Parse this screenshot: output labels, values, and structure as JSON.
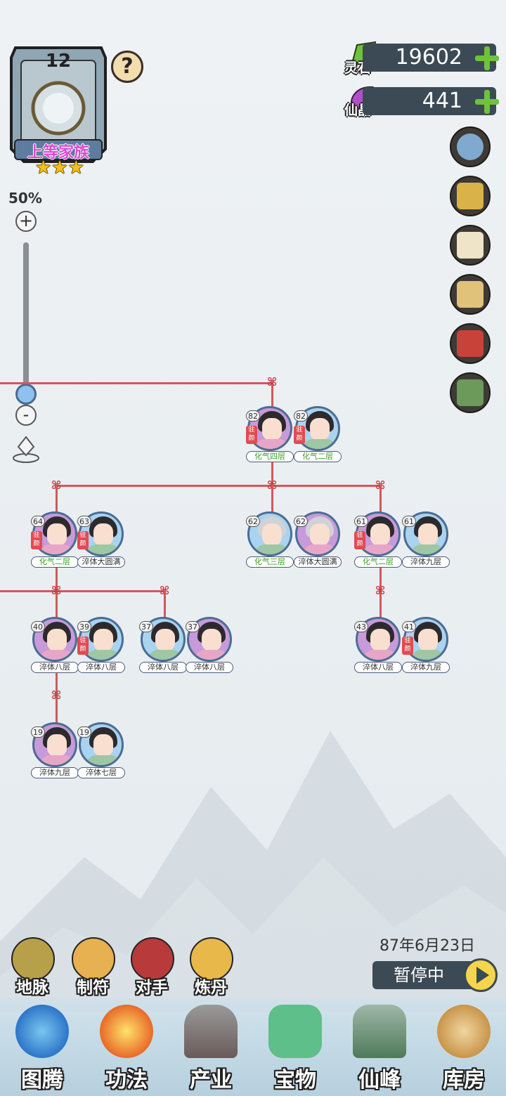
{
  "clan": {
    "level": "12",
    "title": "上等家族",
    "stars": 3
  },
  "help_label": "?",
  "zoom": {
    "percent": "50%",
    "plus": "+",
    "minus": "-"
  },
  "currency": [
    {
      "name": "灵石",
      "amount": "19602",
      "color": "#6fc23a"
    },
    {
      "name": "仙晶",
      "amount": "441",
      "color": "#b24fc8"
    }
  ],
  "side_icons": [
    "settings-icon",
    "map-icon",
    "document-icon",
    "scroll-icon",
    "book-icon",
    "frame-icon"
  ],
  "tree": {
    "tag_text": "驻颜",
    "members": [
      {
        "age": "82",
        "rank": "化气四层",
        "gender": "f",
        "tag": true
      },
      {
        "age": "82",
        "rank": "化气二层",
        "gender": "m",
        "tag": true
      },
      {
        "age": "64",
        "rank": "化气二层",
        "gender": "f",
        "tag": true
      },
      {
        "age": "63",
        "rank": "淬体大圆满",
        "gender": "m",
        "tag": true
      },
      {
        "age": "62",
        "rank": "化气三层",
        "gender": "m",
        "tag": false
      },
      {
        "age": "62",
        "rank": "淬体大圆满",
        "gender": "f",
        "tag": false
      },
      {
        "age": "61",
        "rank": "化气二层",
        "gender": "f",
        "tag": true
      },
      {
        "age": "61",
        "rank": "淬体九层",
        "gender": "m",
        "tag": false
      },
      {
        "age": "40",
        "rank": "淬体八层",
        "gender": "f",
        "tag": false
      },
      {
        "age": "39",
        "rank": "淬体八层",
        "gender": "m",
        "tag": true
      },
      {
        "age": "37",
        "rank": "淬体八层",
        "gender": "m",
        "tag": false
      },
      {
        "age": "37",
        "rank": "淬体八层",
        "gender": "f",
        "tag": false
      },
      {
        "age": "43",
        "rank": "淬体八层",
        "gender": "f",
        "tag": false
      },
      {
        "age": "41",
        "rank": "淬体九层",
        "gender": "m",
        "tag": true
      },
      {
        "age": "19",
        "rank": "淬体九层",
        "gender": "f",
        "tag": false
      },
      {
        "age": "19",
        "rank": "淬体七层",
        "gender": "m",
        "tag": false
      }
    ]
  },
  "actions": [
    "地脉",
    "制符",
    "对手",
    "炼丹"
  ],
  "date": "87年6月23日",
  "pause_label": "暂停中",
  "nav": [
    "图腾",
    "功法",
    "产业",
    "宝物",
    "仙峰",
    "库房"
  ]
}
